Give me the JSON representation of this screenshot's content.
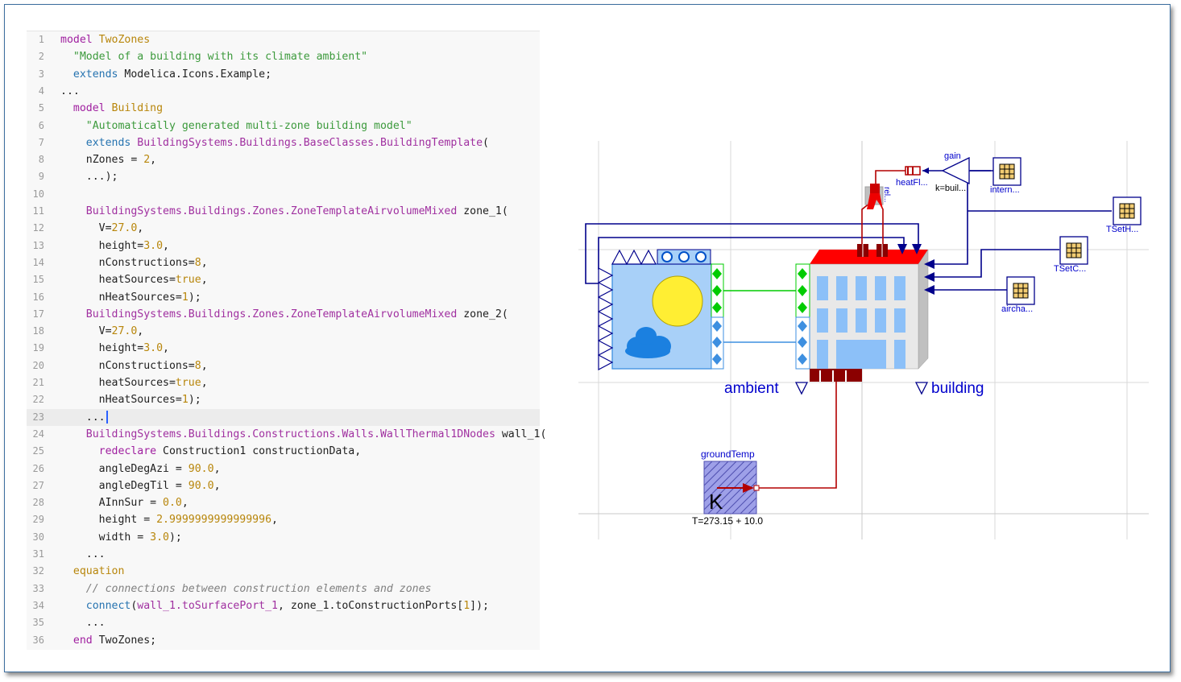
{
  "editor": {
    "lines": [
      {
        "n": "1",
        "t": [
          [
            "kw",
            "model "
          ],
          [
            "ty",
            "TwoZones"
          ]
        ]
      },
      {
        "n": "2",
        "t": [
          [
            "",
            "  "
          ],
          [
            "st",
            "\"Model of a building with its climate ambient\""
          ]
        ]
      },
      {
        "n": "3",
        "t": [
          [
            "",
            "  "
          ],
          [
            "bl",
            "extends"
          ],
          [
            "",
            " Modelica.Icons.Example;"
          ]
        ]
      },
      {
        "n": "4",
        "t": [
          [
            "",
            "..."
          ]
        ]
      },
      {
        "n": "5",
        "t": [
          [
            "",
            "  "
          ],
          [
            "kw",
            "model "
          ],
          [
            "ty",
            "Building"
          ]
        ]
      },
      {
        "n": "6",
        "t": [
          [
            "",
            "    "
          ],
          [
            "st",
            "\"Automatically generated multi-zone building model\""
          ]
        ]
      },
      {
        "n": "7",
        "t": [
          [
            "",
            "    "
          ],
          [
            "bl",
            "extends "
          ],
          [
            "fn",
            "BuildingSystems.Buildings.BaseClasses.BuildingTemplate"
          ],
          [
            "",
            "("
          ]
        ]
      },
      {
        "n": "8",
        "t": [
          [
            "",
            "    nZones = "
          ],
          [
            "nm",
            "2"
          ],
          [
            "",
            ","
          ]
        ]
      },
      {
        "n": "9",
        "t": [
          [
            "",
            "    ...);"
          ]
        ]
      },
      {
        "n": "10",
        "t": []
      },
      {
        "n": "11",
        "t": [
          [
            "",
            "    "
          ],
          [
            "fn",
            "BuildingSystems.Buildings.Zones.ZoneTemplateAirvolumeMixed"
          ],
          [
            "",
            " zone_1("
          ]
        ]
      },
      {
        "n": "12",
        "t": [
          [
            "",
            "      V="
          ],
          [
            "nm",
            "27.0"
          ],
          [
            "",
            ","
          ]
        ]
      },
      {
        "n": "13",
        "t": [
          [
            "",
            "      height="
          ],
          [
            "nm",
            "3.0"
          ],
          [
            "",
            ","
          ]
        ]
      },
      {
        "n": "14",
        "t": [
          [
            "",
            "      nConstructions="
          ],
          [
            "nm",
            "8"
          ],
          [
            "",
            ","
          ]
        ]
      },
      {
        "n": "15",
        "t": [
          [
            "",
            "      heatSources="
          ],
          [
            "nm",
            "true"
          ],
          [
            "",
            ","
          ]
        ]
      },
      {
        "n": "16",
        "t": [
          [
            "",
            "      nHeatSources="
          ],
          [
            "nm",
            "1"
          ],
          [
            "",
            "); "
          ]
        ]
      },
      {
        "n": "17",
        "t": [
          [
            "",
            "    "
          ],
          [
            "fn",
            "BuildingSystems.Buildings.Zones.ZoneTemplateAirvolumeMixed"
          ],
          [
            "",
            " zone_2("
          ]
        ]
      },
      {
        "n": "18",
        "t": [
          [
            "",
            "      V="
          ],
          [
            "nm",
            "27.0"
          ],
          [
            "",
            ","
          ]
        ]
      },
      {
        "n": "19",
        "t": [
          [
            "",
            "      height="
          ],
          [
            "nm",
            "3.0"
          ],
          [
            "",
            ","
          ]
        ]
      },
      {
        "n": "20",
        "t": [
          [
            "",
            "      nConstructions="
          ],
          [
            "nm",
            "8"
          ],
          [
            "",
            ","
          ]
        ]
      },
      {
        "n": "21",
        "t": [
          [
            "",
            "      heatSources="
          ],
          [
            "nm",
            "true"
          ],
          [
            "",
            ","
          ]
        ]
      },
      {
        "n": "22",
        "t": [
          [
            "",
            "      nHeatSources="
          ],
          [
            "nm",
            "1"
          ],
          [
            "",
            "); "
          ]
        ]
      },
      {
        "n": "23",
        "t": [
          [
            "",
            "    ..."
          ]
        ],
        "active": true
      },
      {
        "n": "24",
        "t": [
          [
            "",
            "    "
          ],
          [
            "fn",
            "BuildingSystems.Buildings.Constructions.Walls.WallThermal1DNodes"
          ],
          [
            "",
            " wall_1("
          ]
        ]
      },
      {
        "n": "25",
        "t": [
          [
            "",
            "      "
          ],
          [
            "kw",
            "redeclare"
          ],
          [
            "",
            " Construction1 constructionData,"
          ]
        ]
      },
      {
        "n": "26",
        "t": [
          [
            "",
            "      angleDegAzi = "
          ],
          [
            "nm",
            "90.0"
          ],
          [
            "",
            ","
          ]
        ]
      },
      {
        "n": "27",
        "t": [
          [
            "",
            "      angleDegTil = "
          ],
          [
            "nm",
            "90.0"
          ],
          [
            "",
            ","
          ]
        ]
      },
      {
        "n": "28",
        "t": [
          [
            "",
            "      AInnSur = "
          ],
          [
            "nm",
            "0.0"
          ],
          [
            "",
            ","
          ]
        ]
      },
      {
        "n": "29",
        "t": [
          [
            "",
            "      height = "
          ],
          [
            "nm",
            "2.9999999999999996"
          ],
          [
            "",
            ","
          ]
        ]
      },
      {
        "n": "30",
        "t": [
          [
            "",
            "      width = "
          ],
          [
            "nm",
            "3.0"
          ],
          [
            "",
            ");"
          ]
        ]
      },
      {
        "n": "31",
        "t": [
          [
            "",
            "    ..."
          ]
        ]
      },
      {
        "n": "32",
        "t": [
          [
            "",
            "  "
          ],
          [
            "ty",
            "equation"
          ]
        ]
      },
      {
        "n": "33",
        "t": [
          [
            "",
            "    "
          ],
          [
            "cm",
            "// connections between construction elements and zones"
          ]
        ]
      },
      {
        "n": "34",
        "t": [
          [
            "",
            "    "
          ],
          [
            "bl",
            "connect"
          ],
          [
            "",
            "("
          ],
          [
            "fn",
            "wall_1.toSurfacePort_1"
          ],
          [
            "",
            ", zone_1.toConstructionPorts["
          ],
          [
            "nm",
            "1"
          ],
          [
            "",
            "]);"
          ]
        ]
      },
      {
        "n": "35",
        "t": [
          [
            "",
            "    ..."
          ]
        ]
      },
      {
        "n": "36",
        "t": [
          [
            "",
            "  "
          ],
          [
            "kw",
            "end"
          ],
          [
            "",
            " TwoZones;"
          ]
        ]
      }
    ]
  },
  "diagram": {
    "labels": {
      "ambient": "ambient",
      "building": "building",
      "gain": "gain",
      "gain_k": "k=buil...",
      "heatflow": "heatFl...",
      "rel": "rel...",
      "internal": "intern...",
      "tseth": "TSetH...",
      "tsetc": "TSetC...",
      "airchange": "aircha...",
      "groundtemp": "groundTemp",
      "ground_k": "K",
      "ground_t": "T=273.15 + 10.0"
    },
    "colors": {
      "signal": "#00008b",
      "heat": "#b30000",
      "green": "#00cc00",
      "blue_link": "#3d8fe0",
      "sky": "#a8d0f8",
      "sun": "#ffee33",
      "roof": "#ff0000",
      "grid": "#d8d8d8"
    }
  }
}
